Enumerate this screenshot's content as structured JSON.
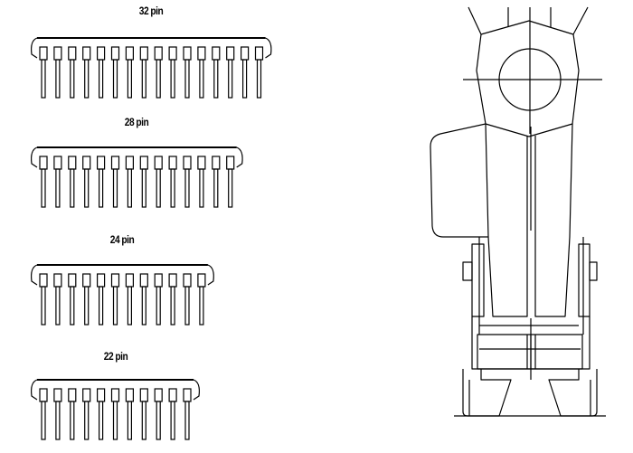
{
  "packages": [
    {
      "label": "32 pin",
      "pins_per_side": 16
    },
    {
      "label": "28 pin",
      "pins_per_side": 14
    },
    {
      "label": "24 pin",
      "pins_per_side": 12
    },
    {
      "label": "22 pin",
      "pins_per_side": 11
    }
  ],
  "colors": {
    "line": "#000000",
    "background": "#ffffff"
  }
}
